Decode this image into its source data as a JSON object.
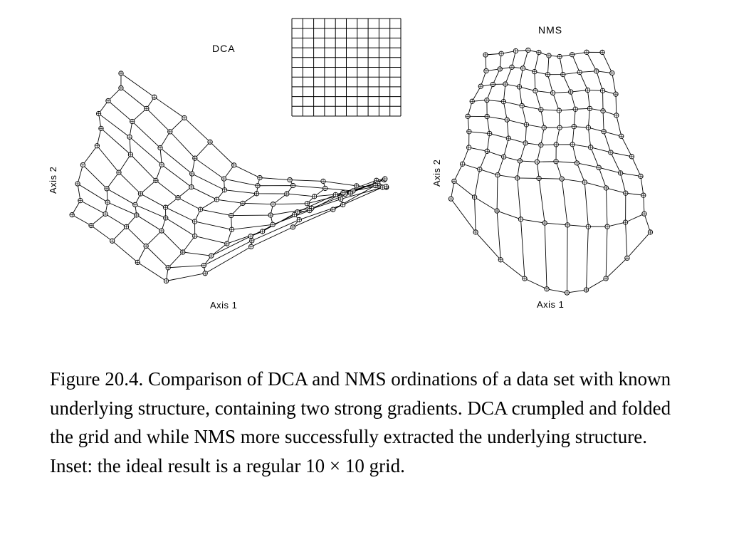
{
  "figure": {
    "dca_title": "DCA",
    "nms_title": "NMS",
    "dca_axis1": "Axis 1",
    "dca_axis2": "Axis 2",
    "nms_axis1": "Axis 1",
    "nms_axis2": "Axis 2",
    "inset_grid_cells": 10
  },
  "caption": {
    "text": "Figure 20.4.  Comparison of DCA and NMS ordinations of a data set with known underlying structure, containing two strong gradients.  DCA crumpled and folded the grid and while NMS more successfully extracted the underlying structure.  Inset: the ideal result is a regular 10 × 10 grid."
  }
}
